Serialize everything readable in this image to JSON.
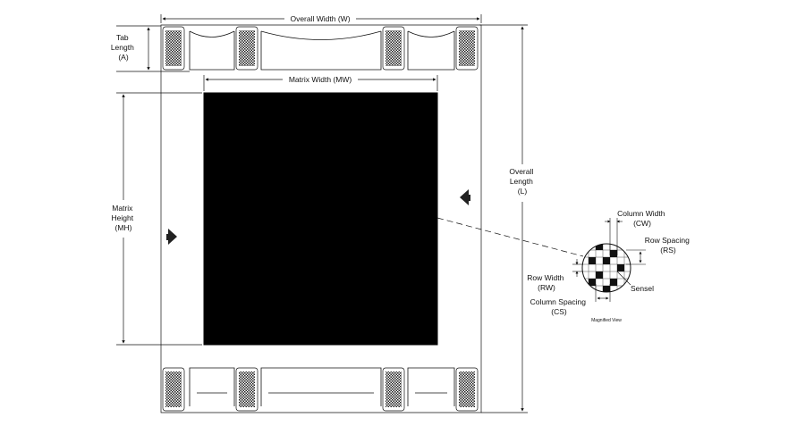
{
  "labels": {
    "overall_width": "Overall Width (W)",
    "tab_length": [
      "Tab",
      "Length",
      "(A)"
    ],
    "matrix_width": "Matrix Width (MW)",
    "matrix_height": [
      "Matrix",
      "Height",
      "(MH)"
    ],
    "overall_length": [
      "Overall",
      "Length",
      "(L)"
    ],
    "column_width": [
      "Column Width",
      "(CW)"
    ],
    "row_spacing": [
      "Row Spacing",
      "(RS)"
    ],
    "row_width": [
      "Row Width",
      "(RW)"
    ],
    "sensel": "Sensel",
    "column_spacing": [
      "Column Spacing",
      "(CS)"
    ],
    "magnified_view": "Magnified View"
  },
  "colors": {
    "matrix_fill": "#000000",
    "line": "#111111"
  }
}
